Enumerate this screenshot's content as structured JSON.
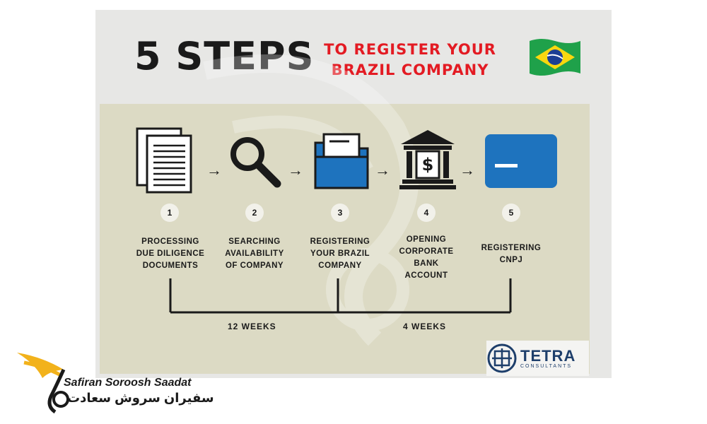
{
  "header": {
    "title": "5 STEPS",
    "subtitle_line1": "TO REGISTER YOUR",
    "subtitle_line2": "BRAZIL COMPANY"
  },
  "colors": {
    "accent_red": "#e31b23",
    "icon_blue": "#1e73be",
    "panel": "#dcdac4",
    "tetra_blue": "#1e3f6b"
  },
  "steps": [
    {
      "number": "1",
      "label_lines": [
        "PROCESSING",
        "DUE DILIGENCE",
        "DOCUMENTS"
      ],
      "icon": "documents-icon"
    },
    {
      "number": "2",
      "label_lines": [
        "SEARCHING",
        "AVAILABILITY",
        "OF COMPANY"
      ],
      "icon": "magnifier-icon"
    },
    {
      "number": "3",
      "label_lines": [
        "REGISTERING",
        "YOUR BRAZIL",
        "COMPANY"
      ],
      "icon": "folder-icon"
    },
    {
      "number": "4",
      "label_lines": [
        "OPENING",
        "CORPORATE",
        "BANK",
        "ACCOUNT"
      ],
      "icon": "bank-icon"
    },
    {
      "number": "5",
      "label_lines": [
        "REGISTERING",
        "CNPJ"
      ],
      "icon": "card-icon"
    }
  ],
  "arrow_glyph": "→",
  "durations": {
    "first": "12 WEEKS",
    "second": "4 WEEKS"
  },
  "logo": {
    "name": "TETRA",
    "sub": "CONSULTANTS"
  },
  "brand": {
    "name_en": "Safiran Soroosh Saadat",
    "name_fa": "سفیران سروش سعادت"
  }
}
